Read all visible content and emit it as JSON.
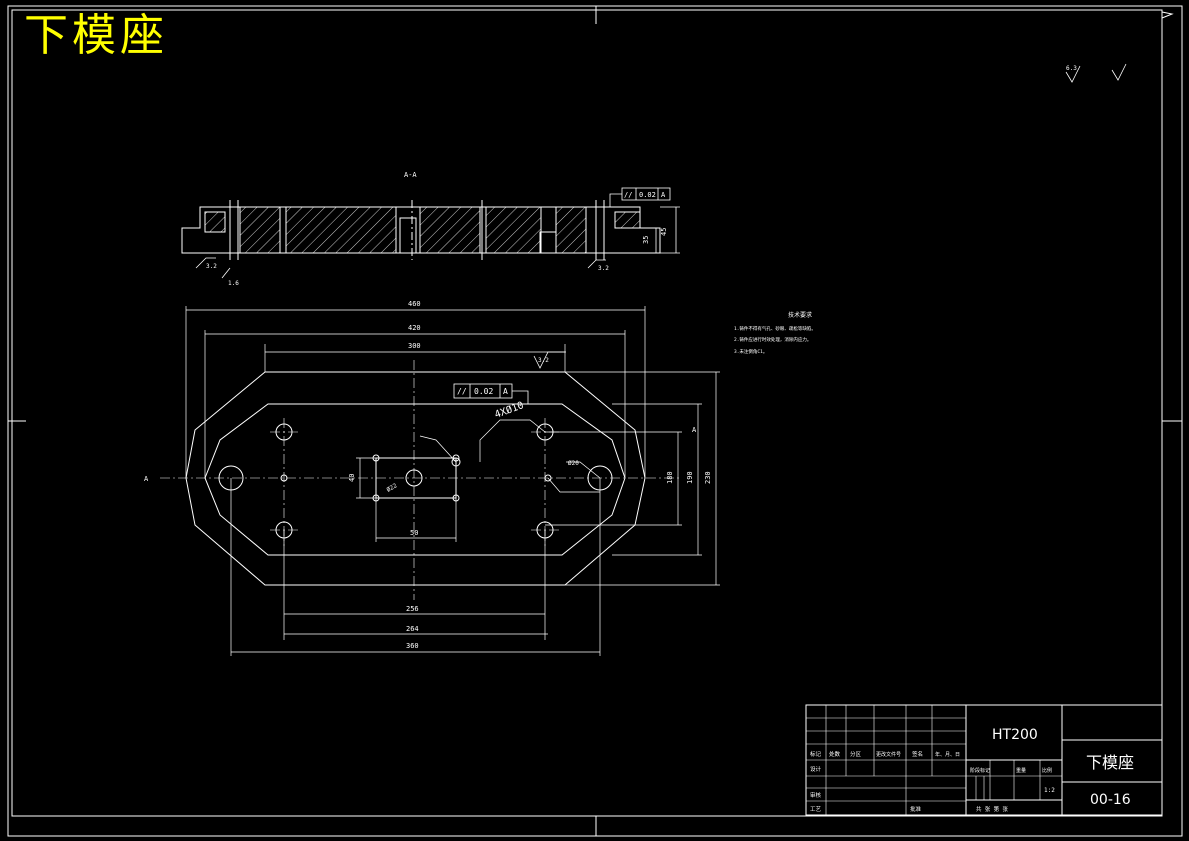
{
  "title": "下模座",
  "section_label": "A-A",
  "material": "HT200",
  "part_name": "下模座",
  "drawing_number": "00-16",
  "scale": "1:2",
  "section_marker": "A",
  "dims": {
    "d460": "460",
    "d420": "420",
    "d300": "300",
    "d256": "256",
    "d264": "264",
    "d360": "360",
    "d50": "50",
    "d40": "40",
    "d180": "180",
    "d190": "190",
    "d230": "230",
    "d35": "35",
    "d45": "45",
    "thread": "4XØ10",
    "phi20": "Ø20",
    "phi22": "Ø22"
  },
  "tolerance": {
    "symbol": "//",
    "value": "0.02",
    "datum": "A"
  },
  "roughness": {
    "r1": "3.2",
    "r2": "6.3",
    "r3": "1.6"
  },
  "tech_requirements": {
    "heading": "技术要求",
    "line1": "1.铸件不得有气孔、砂眼、疏松等缺陷。",
    "line2": "2.铸件应进行时效处理，消除内应力。",
    "line3": "3.未注倒角C1。"
  },
  "title_block": {
    "col_mark": "标记",
    "col_count": "处数",
    "col_zone": "分区",
    "col_doc": "更改文件号",
    "col_sign": "签名",
    "col_date": "年、月、日",
    "design": "设计",
    "review": "审核",
    "process": "工艺",
    "approve": "批准",
    "stage": "阶段标记",
    "weight": "重量",
    "ratio": "比例",
    "sheets": "共 张  第 张"
  }
}
